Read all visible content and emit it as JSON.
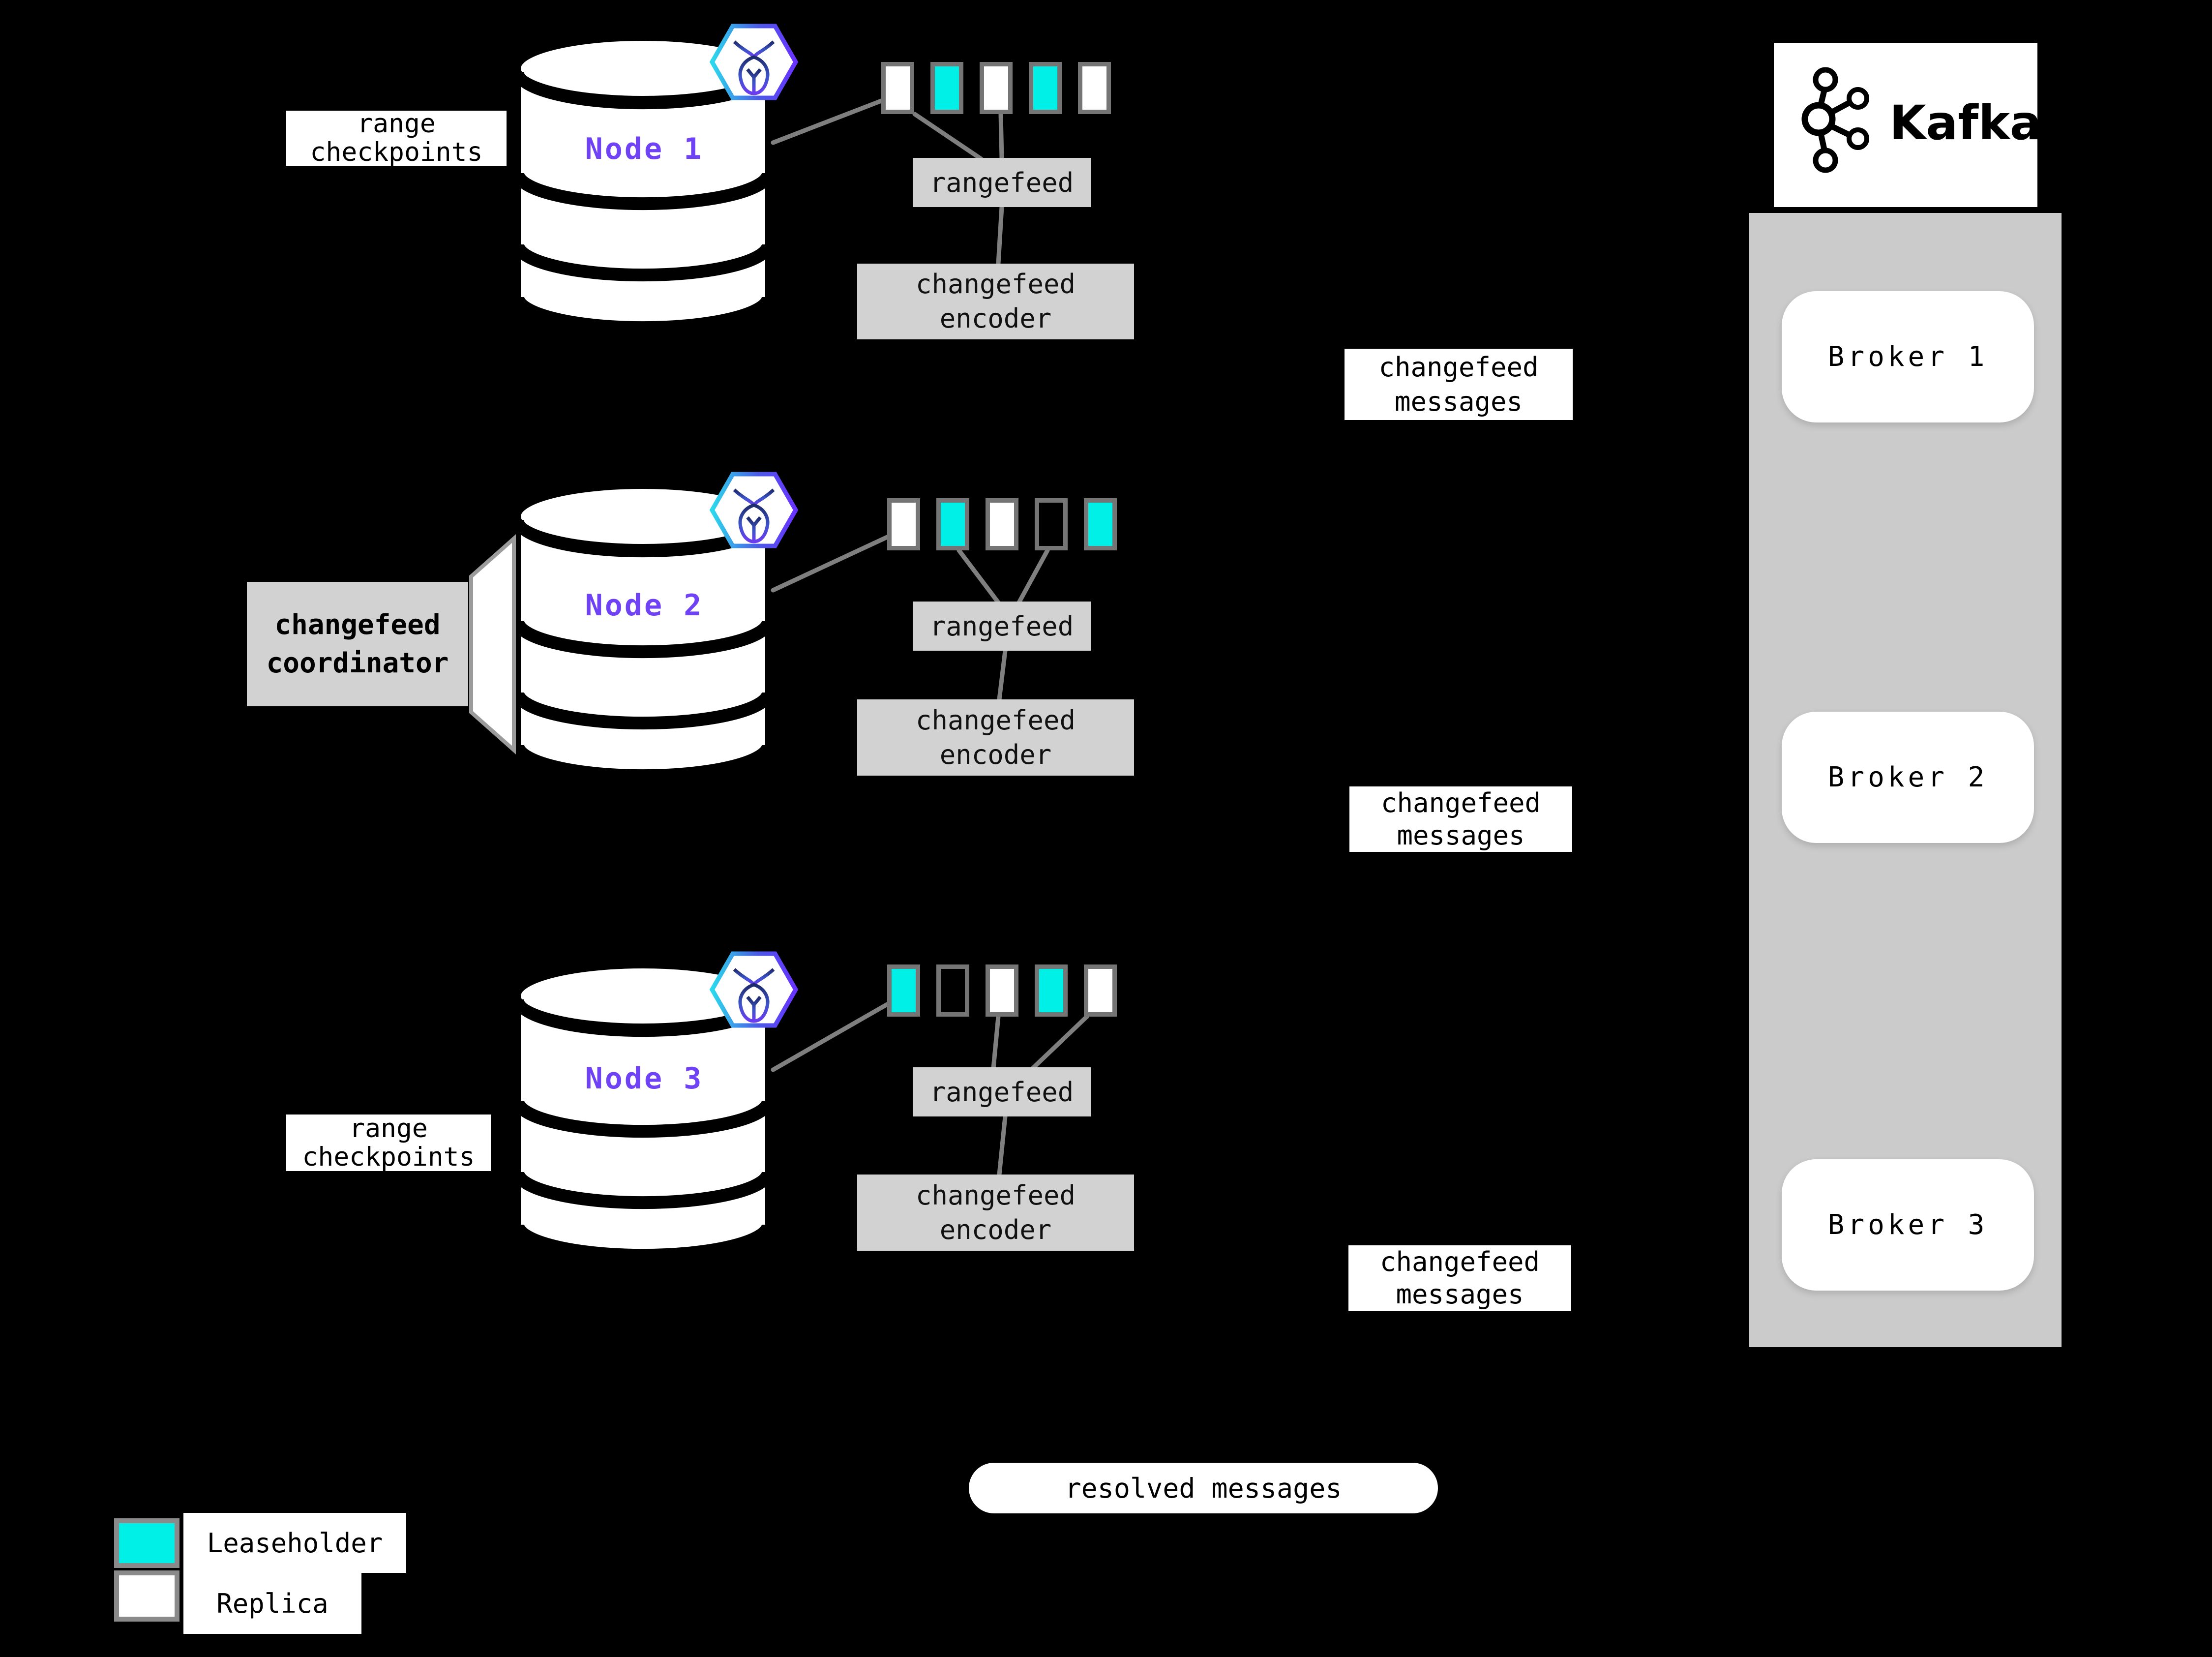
{
  "colors": {
    "background": "#000000",
    "leaseholder_teal": "#00EFE6",
    "replica_white": "#FFFFFF",
    "node_label_purple": "#6F42F5",
    "gray_box": "#D2D2D2",
    "kafka_bar_gray": "#CBCBCB",
    "connector_gray": "#7F7F7F",
    "range_border_gray": "#757575"
  },
  "nodes": [
    {
      "label": "Node 1",
      "rangefeed_label": "rangefeed",
      "encoder_line1": "changefeed",
      "encoder_line2": "encoder",
      "ranges": [
        {
          "type": "replica"
        },
        {
          "type": "leaseholder"
        },
        {
          "type": "replica"
        },
        {
          "type": "leaseholder"
        },
        {
          "type": "replica"
        }
      ]
    },
    {
      "label": "Node 2",
      "rangefeed_label": "rangefeed",
      "encoder_line1": "changefeed",
      "encoder_line2": "encoder",
      "ranges": [
        {
          "type": "replica"
        },
        {
          "type": "leaseholder"
        },
        {
          "type": "replica"
        },
        {
          "type": "empty"
        },
        {
          "type": "leaseholder"
        }
      ]
    },
    {
      "label": "Node 3",
      "rangefeed_label": "rangefeed",
      "encoder_line1": "changefeed",
      "encoder_line2": "encoder",
      "ranges": [
        {
          "type": "leaseholder"
        },
        {
          "type": "empty"
        },
        {
          "type": "replica"
        },
        {
          "type": "leaseholder"
        },
        {
          "type": "replica"
        }
      ]
    }
  ],
  "checkpoint_labels": [
    {
      "line1": "range",
      "line2": "checkpoints"
    },
    {
      "line1": "range",
      "line2": "checkpoints"
    }
  ],
  "coordinator": {
    "line1": "changefeed",
    "line2": "coordinator"
  },
  "messages_labels": [
    {
      "line1": "changefeed",
      "line2": "messages"
    },
    {
      "line1": "changefeed",
      "line2": "messages"
    },
    {
      "line1": "changefeed",
      "line2": "messages"
    }
  ],
  "kafka": {
    "wordmark": "Kafka",
    "brokers": [
      "Broker 1",
      "Broker 2",
      "Broker 3"
    ]
  },
  "resolved_label": "resolved messages",
  "legend": [
    {
      "type": "leaseholder",
      "label": "Leaseholder"
    },
    {
      "type": "replica",
      "label": "Replica"
    }
  ]
}
